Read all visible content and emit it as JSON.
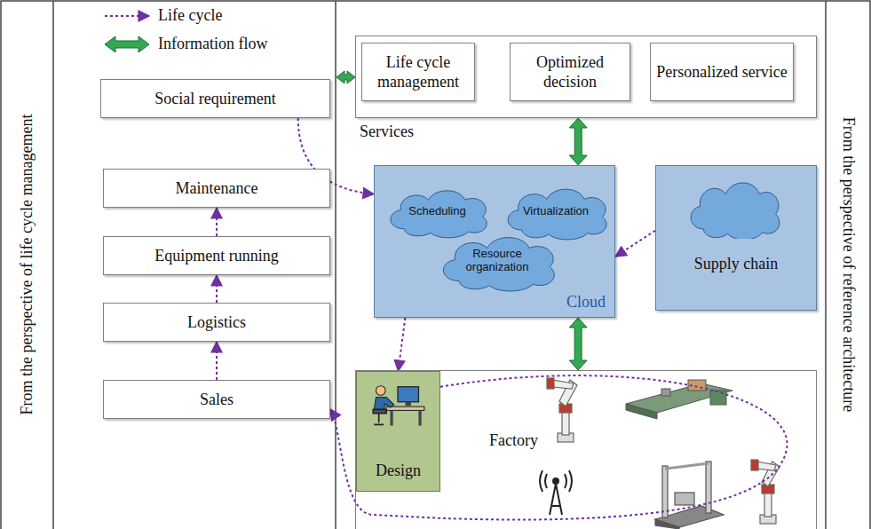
{
  "diagram": {
    "nodes": [
      {
        "text": [
          "Social requirement"
        ]
      },
      {
        "text": [
          "Maintenance"
        ]
      },
      {
        "text": [
          "Equipment running"
        ]
      },
      {
        "text": [
          "Logistics"
        ]
      },
      {
        "text": [
          "Sales"
        ]
      },
      {
        "text": [
          "Services"
        ]
      },
      {
        "text": [
          "Life cycle management"
        ],
        "in": 5
      },
      {
        "text": [
          "Optimized decision"
        ],
        "in": 5
      },
      {
        "text": [
          "Personalized service"
        ],
        "in": 5
      },
      {
        "text": [
          "Cloud"
        ]
      },
      {
        "text": [
          "Scheduling"
        ],
        "in": 9
      },
      {
        "text": [
          "Virtualization"
        ],
        "in": 9
      },
      {
        "text": [
          "Resource organization"
        ],
        "in": 9
      },
      {
        "text": [
          "Supply chain"
        ]
      },
      {
        "text": [
          "Factory"
        ]
      },
      {
        "text": [
          "Design"
        ],
        "in": 14
      }
    ],
    "edges": [
      {
        "from": 4,
        "to": 3,
        "arrow": "to"
      },
      {
        "from": 3,
        "to": 2,
        "arrow": "to"
      },
      {
        "from": 2,
        "to": 1,
        "arrow": "to"
      },
      {
        "from": 0,
        "to": 9,
        "arrow": "to"
      },
      {
        "from": 13,
        "to": 9,
        "arrow": "to"
      },
      {
        "from": 9,
        "to": 15,
        "arrow": "to"
      },
      {
        "from": 15,
        "to": 4,
        "arrow": "to"
      },
      {
        "from": 5,
        "to": 9,
        "arrow": "both"
      },
      {
        "from": 9,
        "to": 14,
        "arrow": "both"
      }
    ],
    "labels": [
      "From the perspective of life cycle management",
      "From the perspective of reference architecture"
    ],
    "legend": [
      {
        "text": "Life cycle"
      },
      {
        "text": "Information flow"
      }
    ]
  }
}
